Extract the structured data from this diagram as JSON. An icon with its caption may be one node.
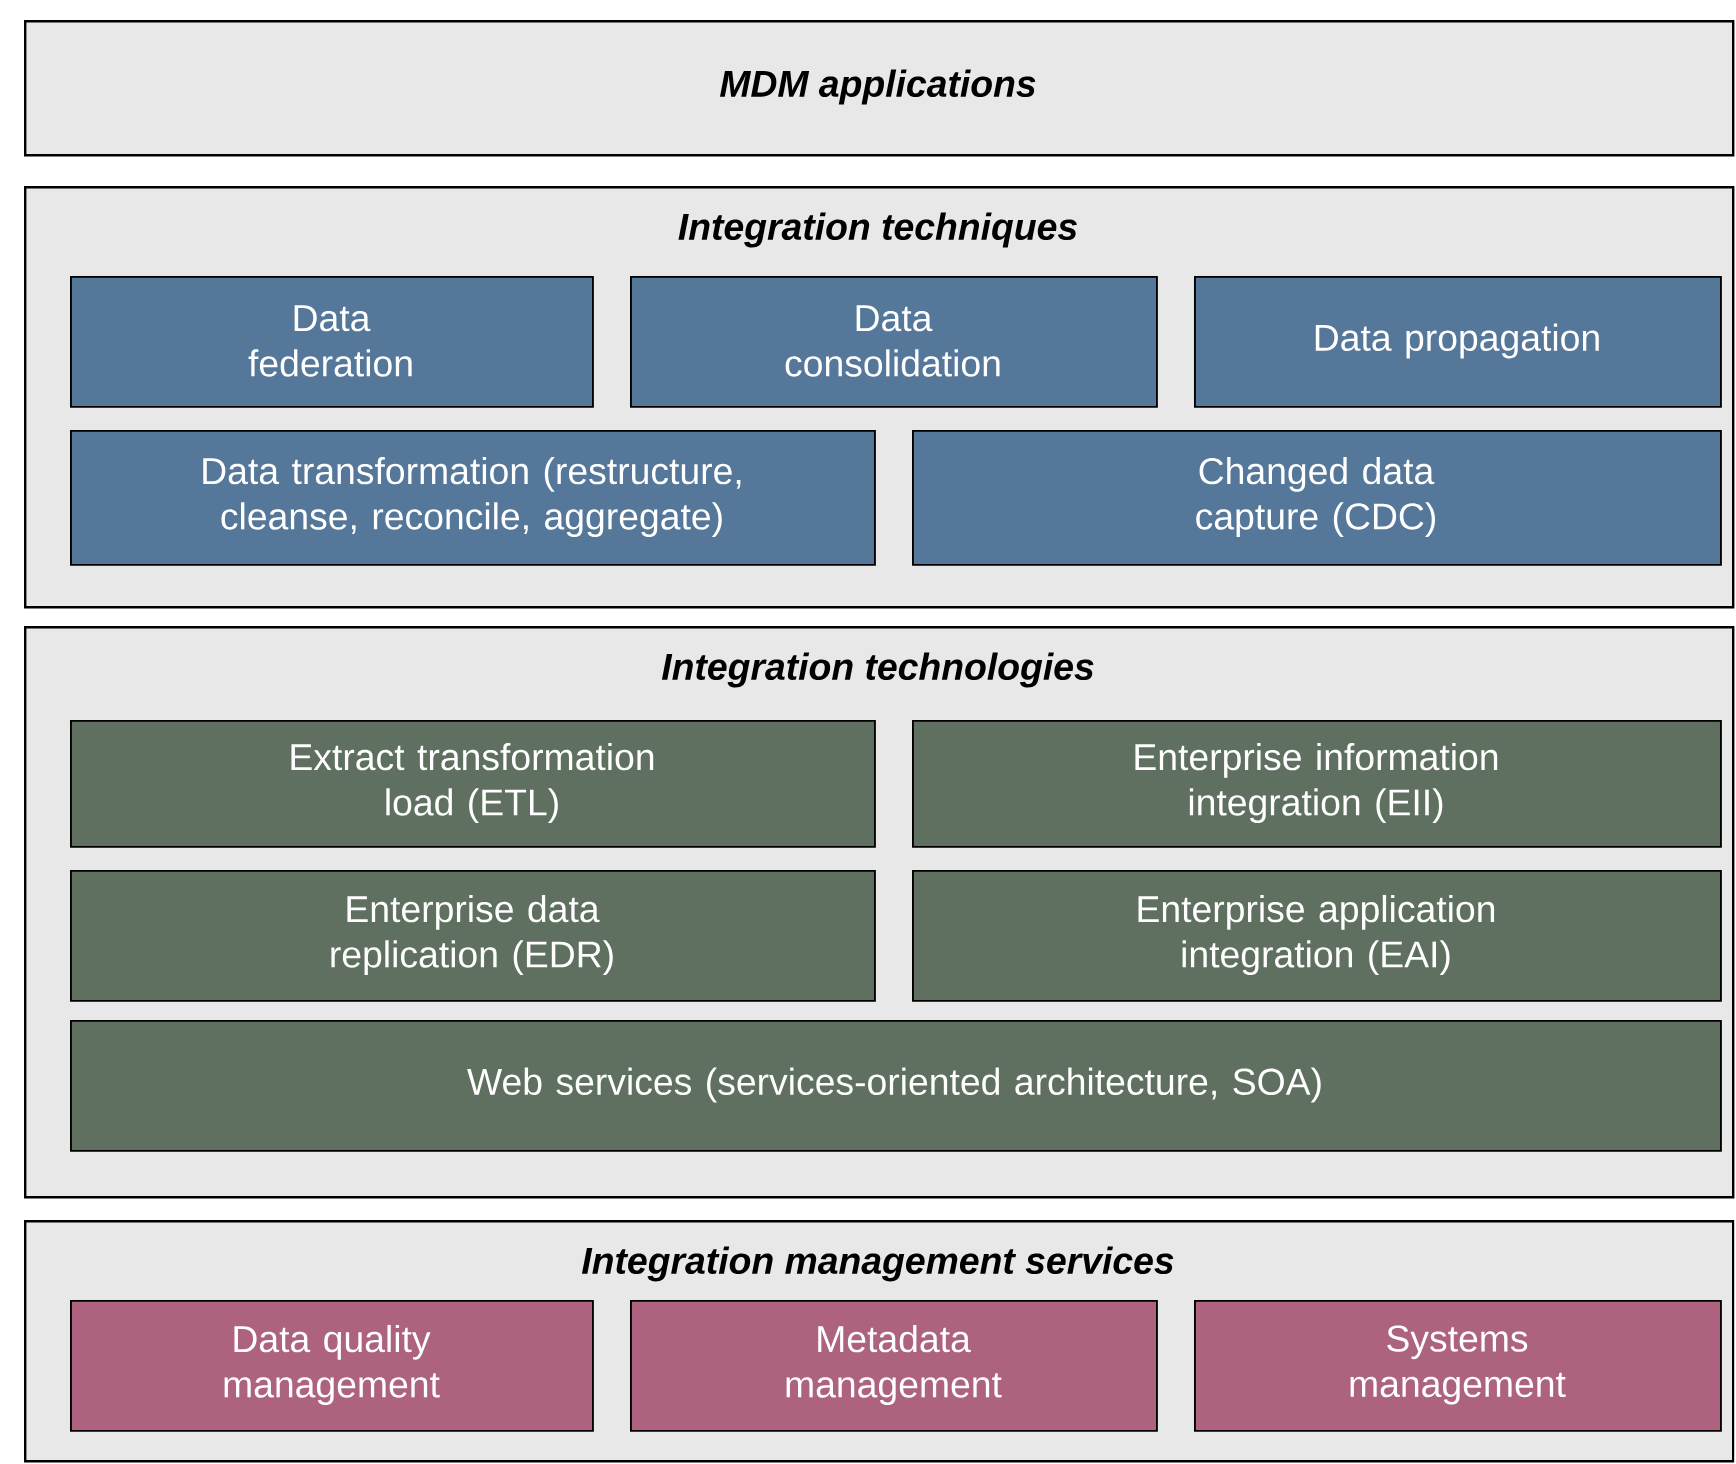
{
  "diagram": {
    "nodes": [
      {
        "text": [
          "MDM applications"
        ]
      },
      {
        "text": [
          "Integration techniques"
        ]
      },
      {
        "text": [
          "Data federation"
        ],
        "in": 1
      },
      {
        "text": [
          "Data consolidation"
        ],
        "in": 1
      },
      {
        "text": [
          "Data propagation"
        ],
        "in": 1
      },
      {
        "text": [
          "Data transformation (restructure, cleanse, reconcile, aggregate)"
        ],
        "in": 1
      },
      {
        "text": [
          "Changed data capture (CDC)"
        ],
        "in": 1
      },
      {
        "text": [
          "Integration technologies"
        ]
      },
      {
        "text": [
          "Extract transformation load (ETL)"
        ],
        "in": 7
      },
      {
        "text": [
          "Enterprise information integration (EII)"
        ],
        "in": 7
      },
      {
        "text": [
          "Enterprise data replication (EDR)"
        ],
        "in": 7
      },
      {
        "text": [
          "Enterprise application integration (EAI)"
        ],
        "in": 7
      },
      {
        "text": [
          "Web services (services-oriented architecture, SOA)"
        ],
        "in": 7
      },
      {
        "text": [
          "Integration management services"
        ]
      },
      {
        "text": [
          "Data quality management"
        ],
        "in": 13
      },
      {
        "text": [
          "Metadata management"
        ],
        "in": 13
      },
      {
        "text": [
          "Systems management"
        ],
        "in": 13
      }
    ]
  }
}
